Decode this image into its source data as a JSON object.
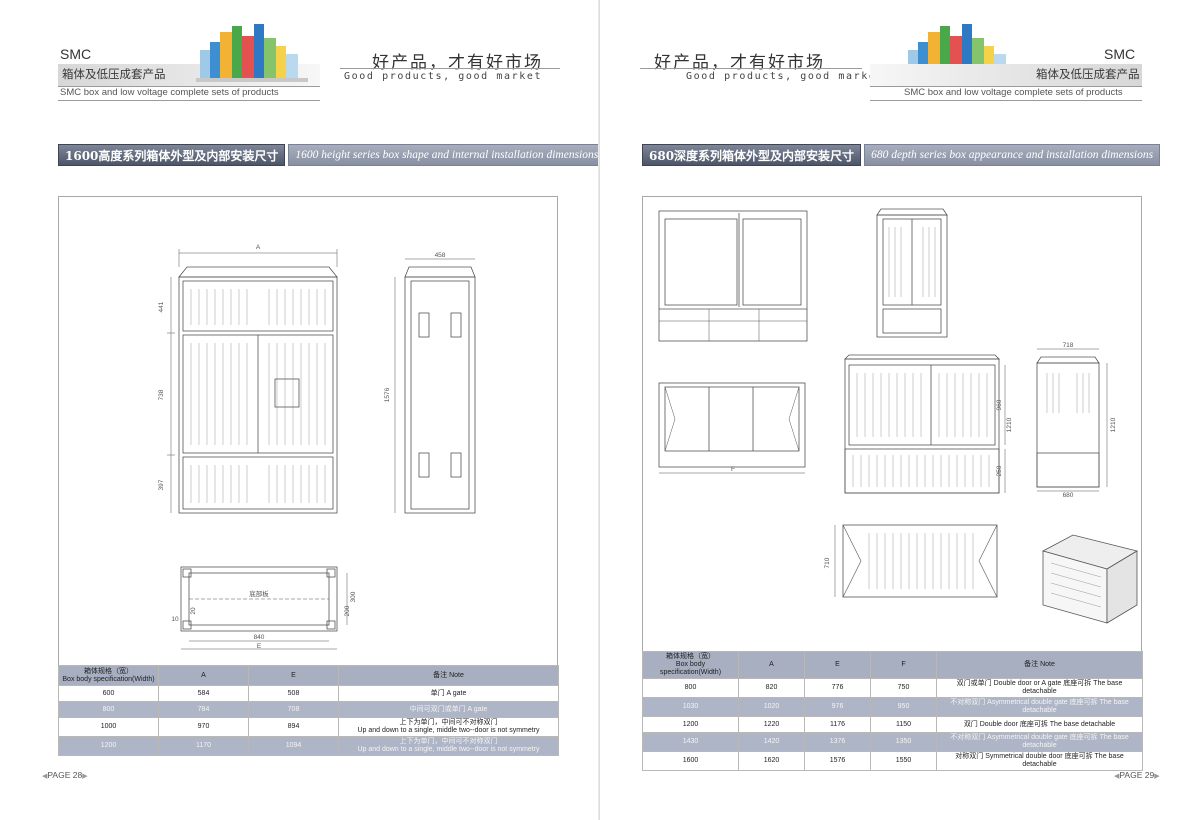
{
  "header": {
    "brand": "SMC",
    "brand_cn": "箱体及低压成套产品",
    "brand_en": "SMC box and low voltage complete sets of products",
    "slogan_cn": "好产品，才有好市场",
    "slogan_en": "Good products, good market"
  },
  "left_page": {
    "section_cn": "1600高度系列箱体外型及内部安装尺寸",
    "section_en": "1600 height series box shape and internal installation dimensions",
    "drawing_labels": {
      "A": "A",
      "d441": "441",
      "d738": "738",
      "d397": "397",
      "d458": "458",
      "d1576": "1576",
      "bottom_plate": "底部板",
      "d840": "840",
      "E": "E",
      "d300": "300",
      "d200": "200",
      "d20": "20",
      "d10": "10"
    },
    "table": {
      "headers": [
        "箱体规格（宽）\nBox body specification(Width)",
        "A",
        "E",
        "备注 Note"
      ],
      "rows": [
        [
          "600",
          "584",
          "508",
          "单门  A gate"
        ],
        [
          "800",
          "784",
          "708",
          "中间可双门或单门  A gate"
        ],
        [
          "1000",
          "970",
          "894",
          "上下为单门，中间可不对称双门\nUp and down to a single, middle two--door is not symmetry"
        ],
        [
          "1200",
          "1170",
          "1094",
          "上下为单门，中间可不对称双门\nUp and down to a single, middle two--door is not symmetry"
        ]
      ]
    },
    "page_number": "PAGE 28"
  },
  "right_page": {
    "section_cn": "680深度系列箱体外型及内部安装尺寸",
    "section_en": "680 depth series box appearance and installation dimensions",
    "drawing_labels": {
      "F": "F",
      "d718": "718",
      "d680": "680",
      "d1210": "1210",
      "d960": "960",
      "d1210b": "1210",
      "d250": "250",
      "d710": "710"
    },
    "table": {
      "headers": [
        "箱体规格（宽）\nBox body specification(Width)",
        "A",
        "E",
        "F",
        "备注 Note"
      ],
      "rows": [
        [
          "800",
          "820",
          "776",
          "750",
          "双门或单门  Double door or A gate  底座可拆 The base detachable"
        ],
        [
          "1030",
          "1020",
          "976",
          "950",
          "不对称双门  Asymmetrical double gate 底座可拆 The base detachable"
        ],
        [
          "1200",
          "1220",
          "1176",
          "1150",
          "双门  Double door  底座可拆 The base detachable"
        ],
        [
          "1430",
          "1420",
          "1376",
          "1350",
          "不对称双门  Asymmetrical double gate 底座可拆 The base detachable"
        ],
        [
          "1600",
          "1620",
          "1576",
          "1550",
          "对称双门  Symmetrical double door 底座可拆 The base detachable"
        ]
      ]
    },
    "page_number": "PAGE 29"
  },
  "colors": {
    "section_dark": "#4d5568",
    "section_light": "#8890a3",
    "table_header": "#a7afc1",
    "table_alt_row": "#aeb5c6",
    "frame_border": "#a8a8a8"
  }
}
